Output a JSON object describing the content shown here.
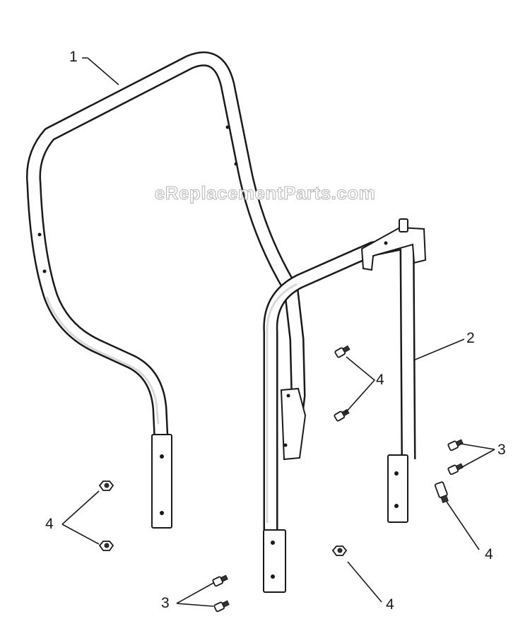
{
  "watermark": "eReplacementParts.com",
  "callouts": [
    {
      "id": "1",
      "label": "1"
    },
    {
      "id": "2",
      "label": "2"
    },
    {
      "id": "3a",
      "label": "3"
    },
    {
      "id": "3b",
      "label": "3"
    },
    {
      "id": "4a",
      "label": "4"
    },
    {
      "id": "4b",
      "label": "4"
    },
    {
      "id": "4c",
      "label": "4"
    },
    {
      "id": "4d",
      "label": "4"
    }
  ]
}
